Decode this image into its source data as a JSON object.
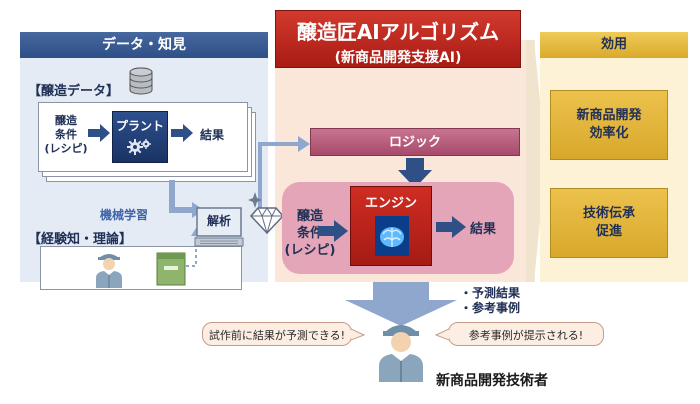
{
  "left_panel": {
    "header": "データ・知見",
    "data_label": "【醸造データ】",
    "condition_lines": [
      "醸造",
      "条件",
      "(レシピ)"
    ],
    "plant_label": "プラント",
    "result_label": "結果",
    "ml_label": "機械学習",
    "knowledge_label": "【経験知・理論】"
  },
  "analysis_label": "解析",
  "center_panel": {
    "title": "醸造匠AIアルゴリズム",
    "subtitle": "(新商品開発支援AI)",
    "logic_label": "ロジック",
    "engine_label": "エンジン",
    "condition_lines": [
      "醸造",
      "条件",
      "(レシピ)"
    ],
    "result_label": "結果"
  },
  "right_panel": {
    "header": "効用",
    "effect1_lines": [
      "新商品開発",
      "効率化"
    ],
    "effect2_lines": [
      "技術伝承",
      "促進"
    ]
  },
  "outputs": [
    "・予測結果",
    "・参考事例"
  ],
  "bubbles": {
    "left": "試作前に結果が予測できる!",
    "right": "参考事例が提示される!"
  },
  "engineer_label": "新商品開発技術者",
  "colors": {
    "left_panel_bg": "#e4ebf5",
    "header_blue": "#2f4f87",
    "center_panel_bg": "#fbe6da",
    "title_red": "#c0271f",
    "right_panel_bg": "#fdf2d6",
    "gold": "#e2b73c",
    "plant_navy": "#1f3a6e",
    "logic_rose": "#b35a78",
    "engine_pink": "#e3a5b7"
  },
  "icons": [
    "database-icon",
    "gear-icon",
    "book-icon",
    "person-icon",
    "diamond-icon",
    "brain-icon",
    "computer-icon"
  ]
}
